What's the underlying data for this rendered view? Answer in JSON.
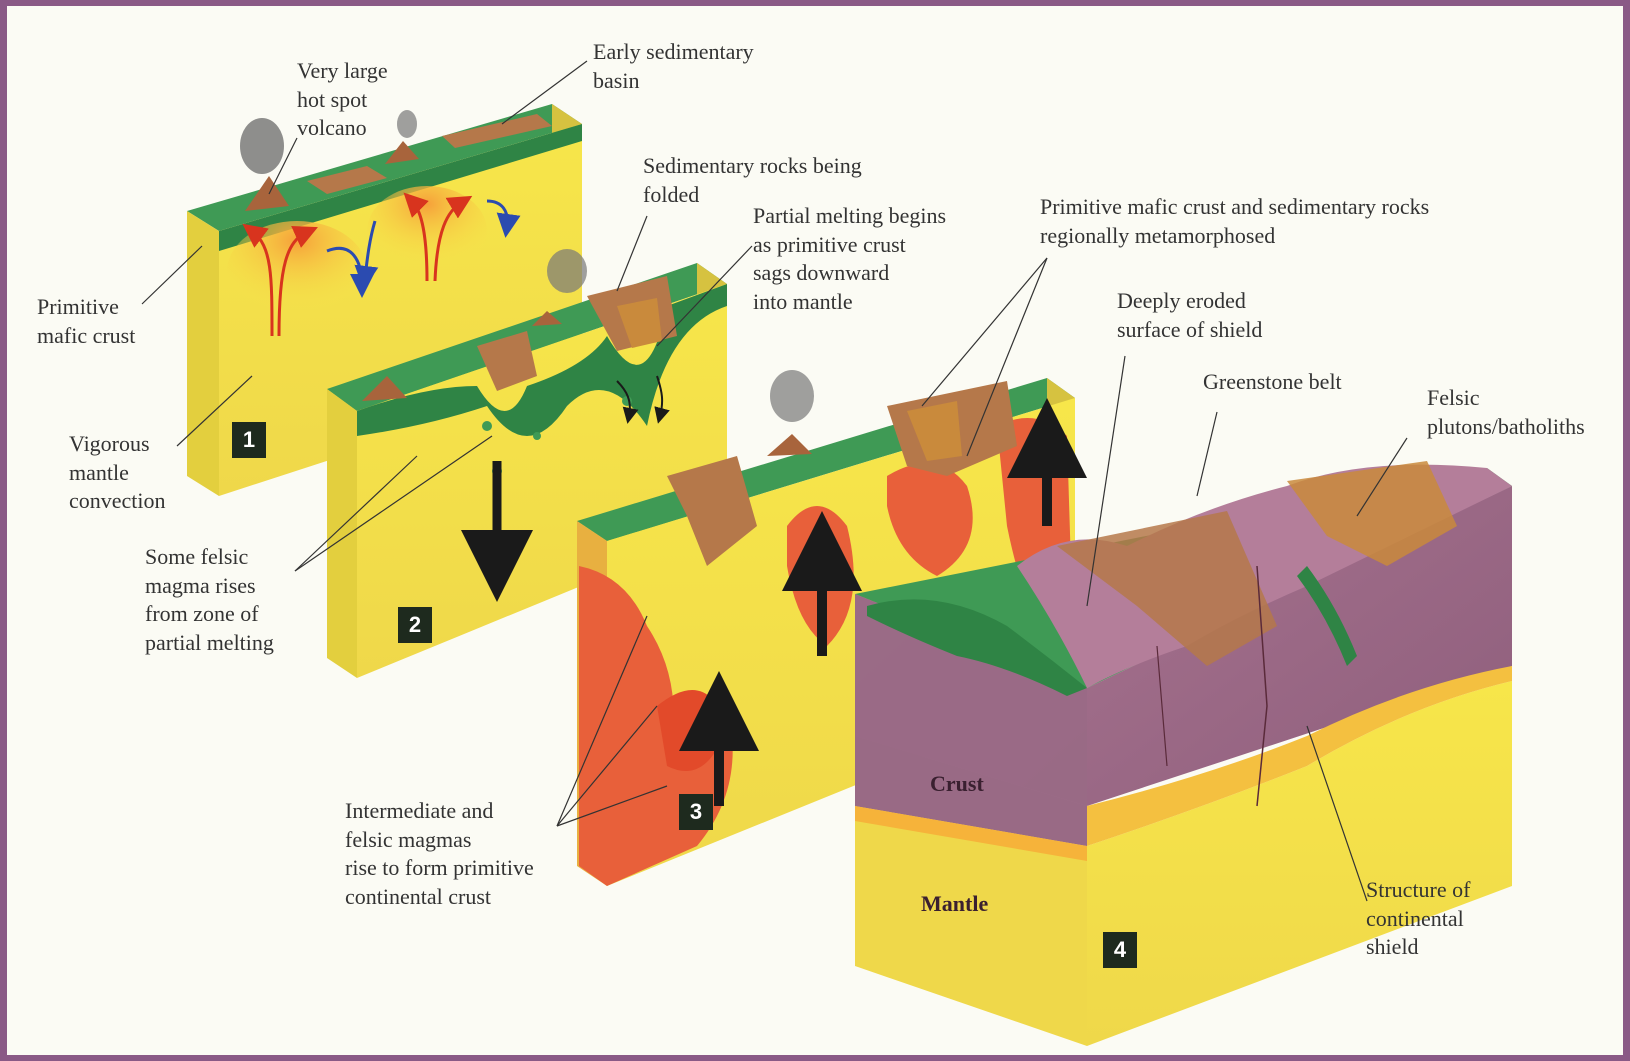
{
  "labels": {
    "hot_spot": "Very large\nhot spot\nvolcano",
    "early_basin": "Early sedimentary\nbasin",
    "primitive_mafic_crust": "Primitive\nmafic crust",
    "vigorous_convection": "Vigorous\nmantle\nconvection",
    "sed_folded": "Sedimentary rocks being\nfolded",
    "partial_melting": "Partial melting begins\nas primitive crust\nsags downward\ninto mantle",
    "metamorphosed": "Primitive mafic crust and sedimentary rocks\nregionally metamorphosed",
    "deeply_eroded": "Deeply eroded\nsurface of shield",
    "greenstone": "Greenstone belt",
    "felsic_plutons": "Felsic\nplutons/batholiths",
    "felsic_magma": "Some felsic\nmagma rises\nfrom zone of\npartial melting",
    "intermediate": "Intermediate and\nfelsic magmas\nrise to form primitive\ncontinental crust",
    "structure": "Structure of\ncontinental\nshield",
    "crust": "Crust",
    "mantle": "Mantle"
  },
  "badges": [
    "1",
    "2",
    "3",
    "4"
  ],
  "colors": {
    "frame": "#8a5a86",
    "mafic_crust": "#3f9a55",
    "mantle": "#f3e24a",
    "magma": "#e8603a",
    "continental_crust": "#9a6a86",
    "sediment": "#b5784a"
  }
}
